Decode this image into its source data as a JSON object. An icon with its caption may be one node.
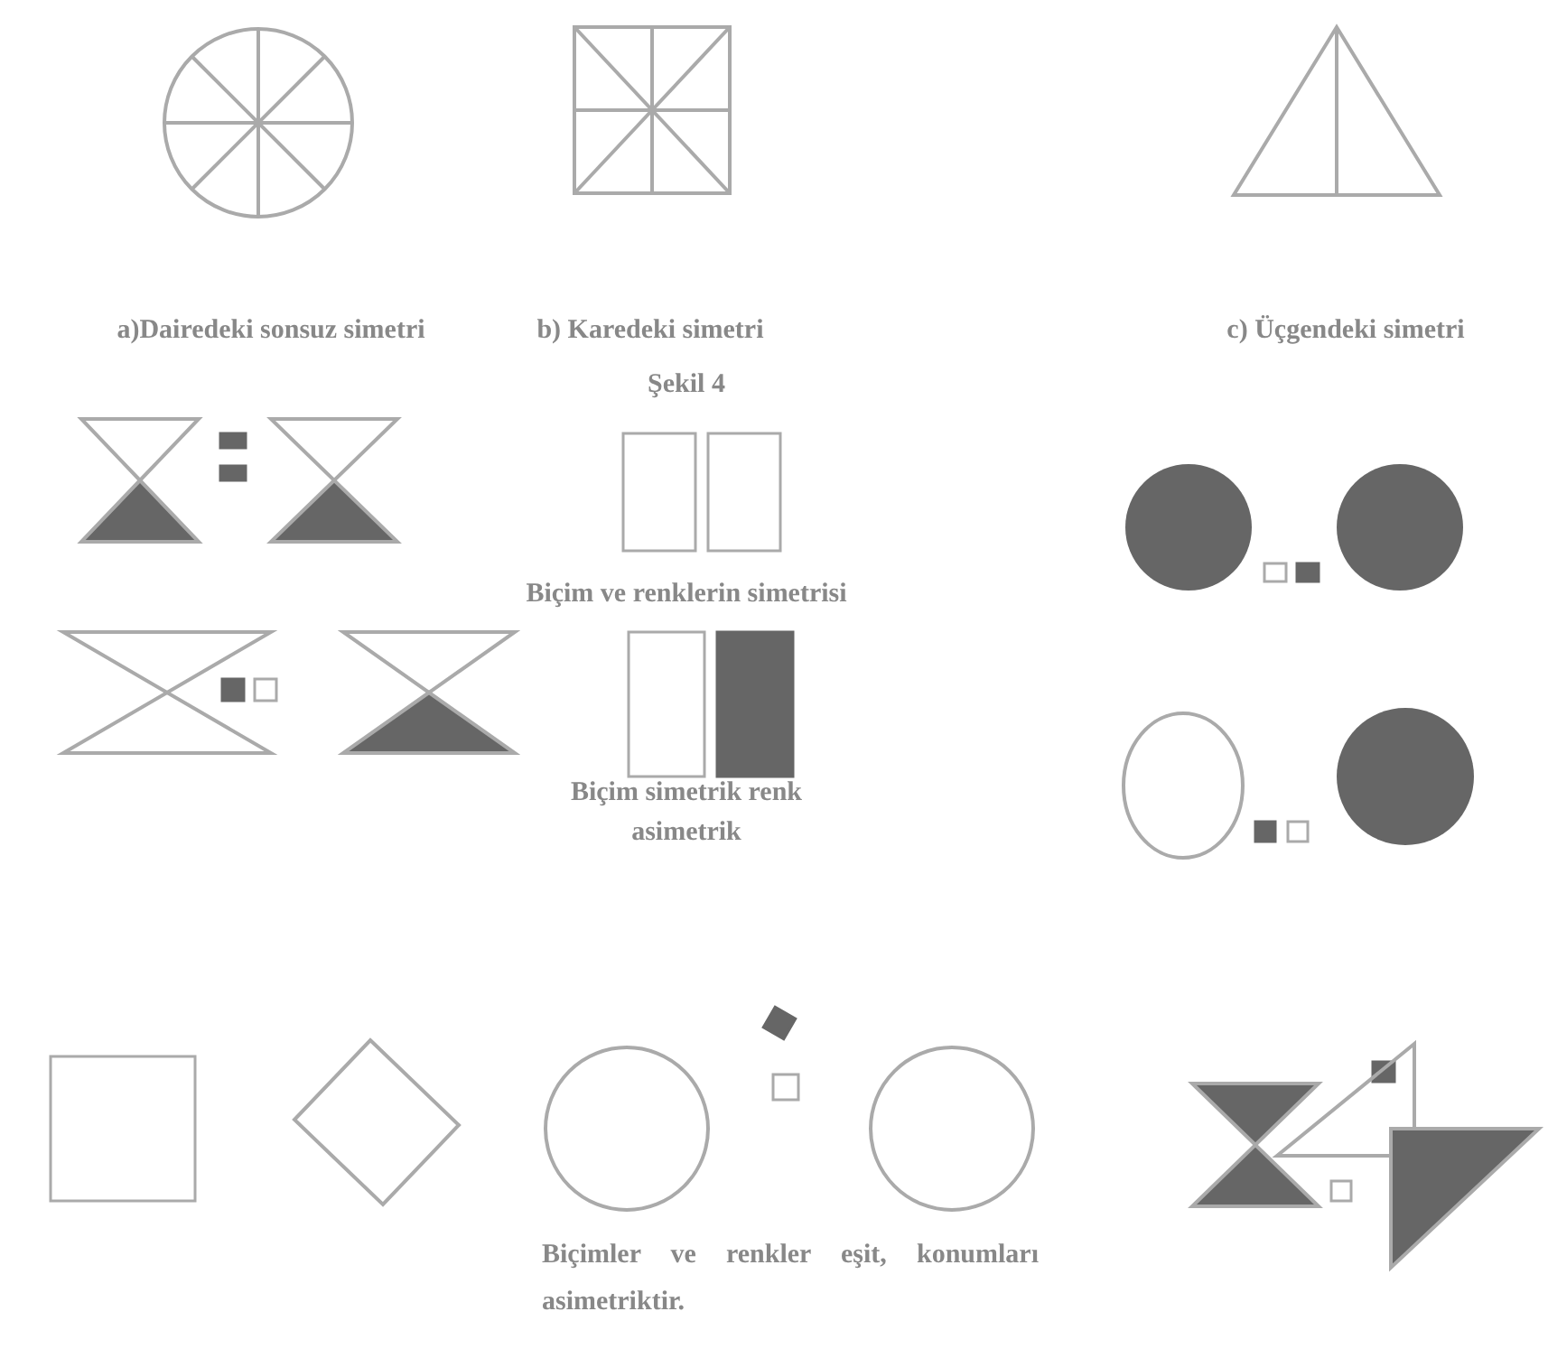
{
  "diagram": {
    "labels": [
      "a)Dairedeki sonsuz simetri",
      "b) Karedeki simetri",
      "c) Üçgendeki simetri",
      "Şekil 4",
      "Biçim ve renklerin simetrisi",
      "Biçim simetrik renk asimetrik",
      "Biçimler ve renkler eşit, konumları asimetriktir."
    ]
  }
}
